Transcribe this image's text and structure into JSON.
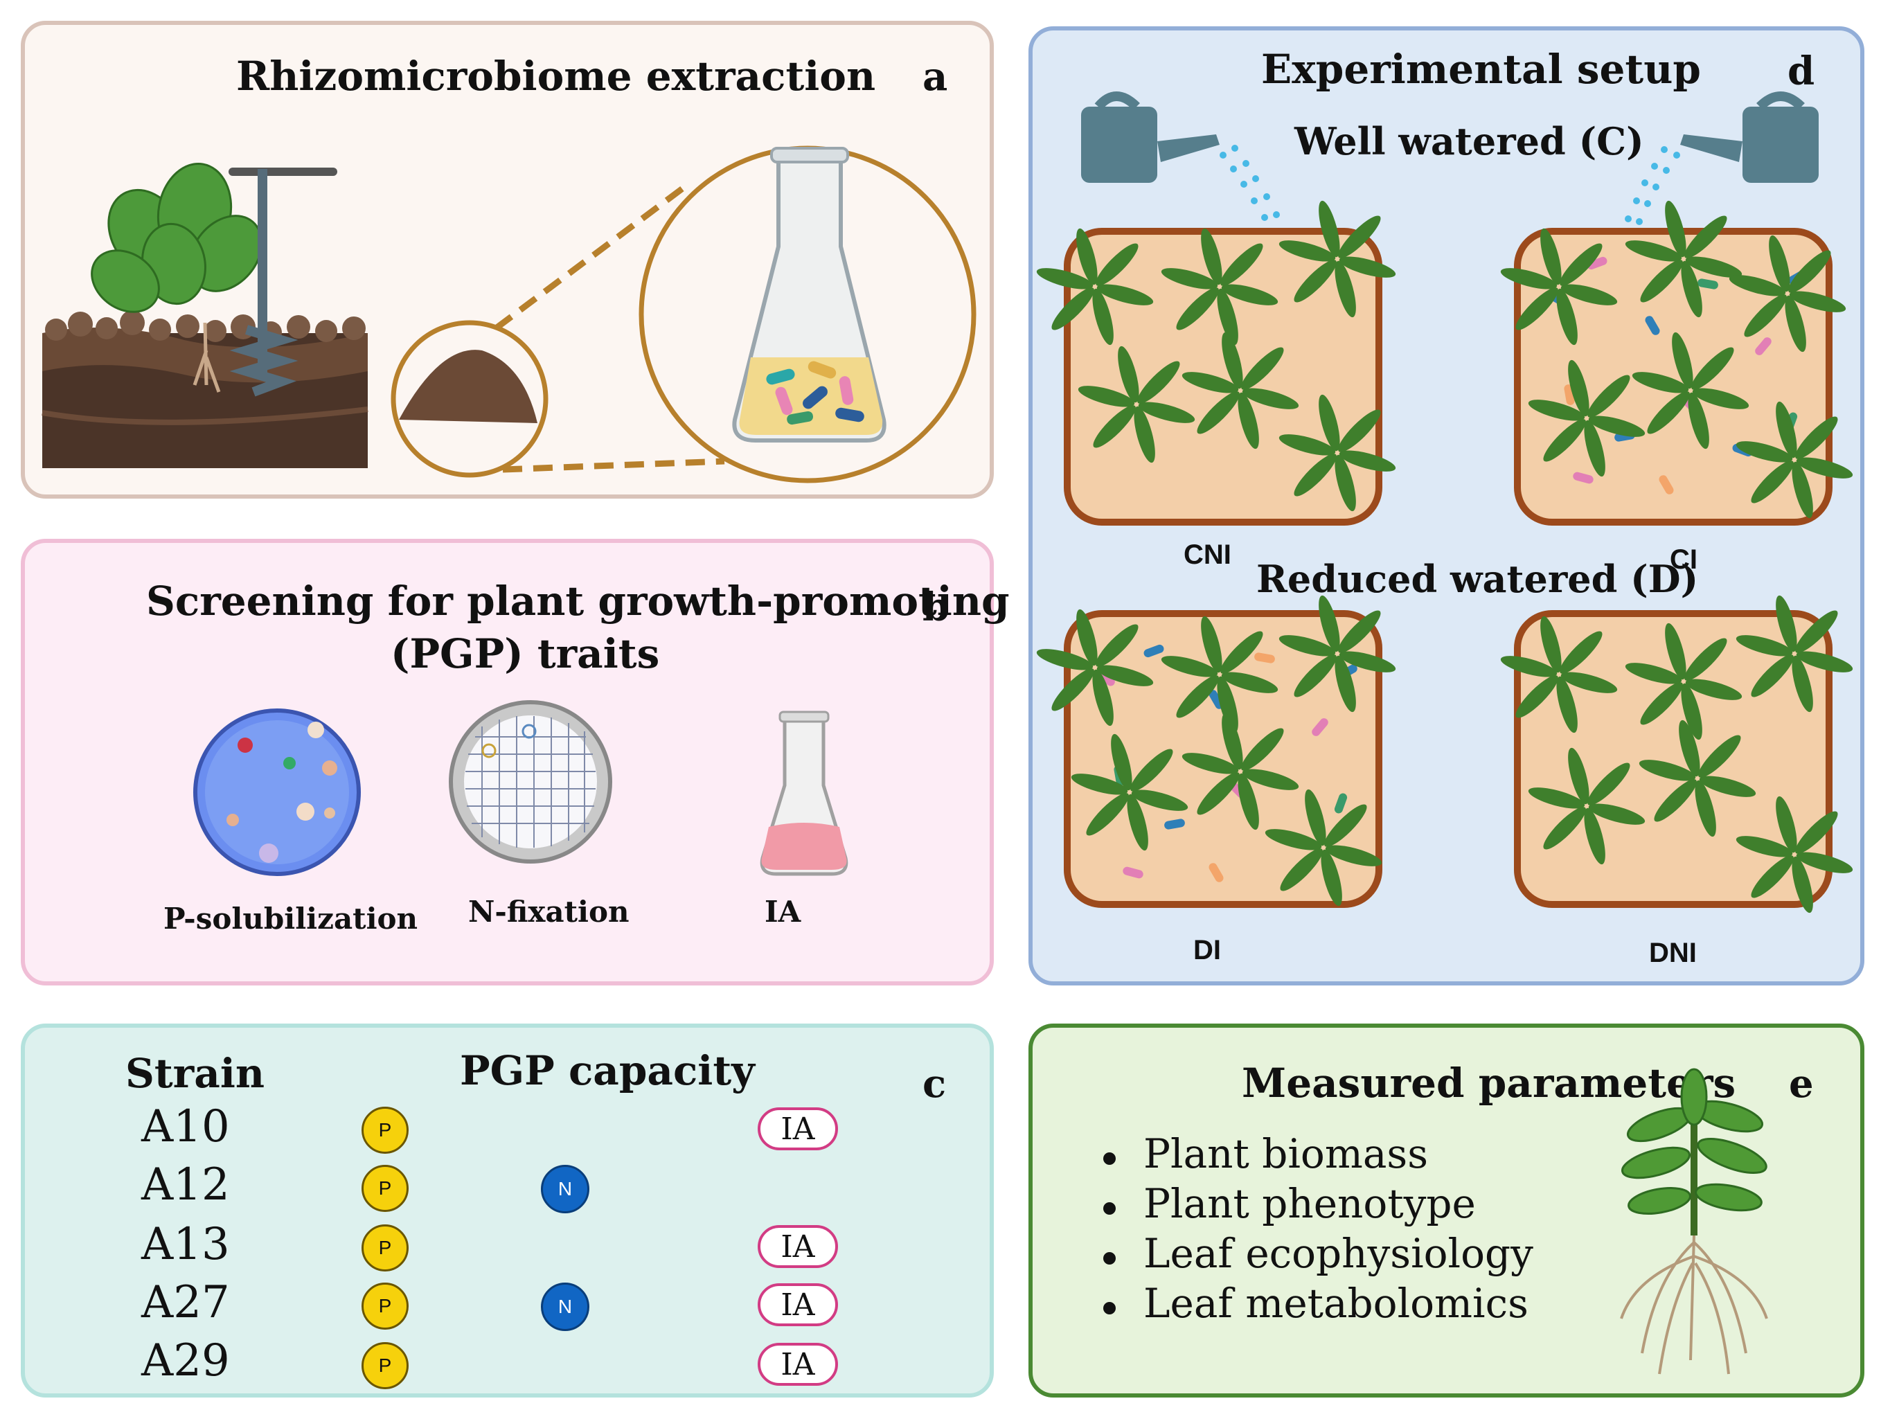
{
  "panel_a": {
    "title": "Rhizomicrobiome extraction",
    "letter": "a"
  },
  "panel_b": {
    "title_line1": "Screening for plant growth-promoting",
    "title_line2": "(PGP) traits",
    "letter": "b",
    "labels": [
      "P-solubilization",
      "N-fixation",
      "IA"
    ]
  },
  "panel_c": {
    "strain_header": "Strain",
    "capacity_header": "PGP capacity",
    "letter": "c",
    "rows": [
      {
        "strain": "A10",
        "p": "P",
        "n": "",
        "ia": "IA"
      },
      {
        "strain": "A12",
        "p": "P",
        "n": "N",
        "ia": ""
      },
      {
        "strain": "A13",
        "p": "P",
        "n": "",
        "ia": "IA"
      },
      {
        "strain": "A27",
        "p": "P",
        "n": "N",
        "ia": "IA"
      },
      {
        "strain": "A29",
        "p": "P",
        "n": "",
        "ia": "IA"
      }
    ]
  },
  "panel_d": {
    "title": "Experimental setup",
    "letter": "d",
    "well_watered": "Well watered (C)",
    "reduced_watered": "Reduced  watered (D)",
    "pots": [
      "CNI",
      "CI",
      "DI",
      "DNI"
    ]
  },
  "panel_e": {
    "title": "Measured parameters",
    "letter": "e",
    "items": [
      "Plant biomass",
      "Plant phenotype",
      "Leaf ecophysiology",
      "Leaf metabolomics"
    ]
  },
  "colors": {
    "soil": "#4b3428",
    "pot_fill": "#f3cfa9",
    "pot_border": "#9c4a1c",
    "leaf": "#3f7f2c",
    "bronze": "#b7802c"
  }
}
